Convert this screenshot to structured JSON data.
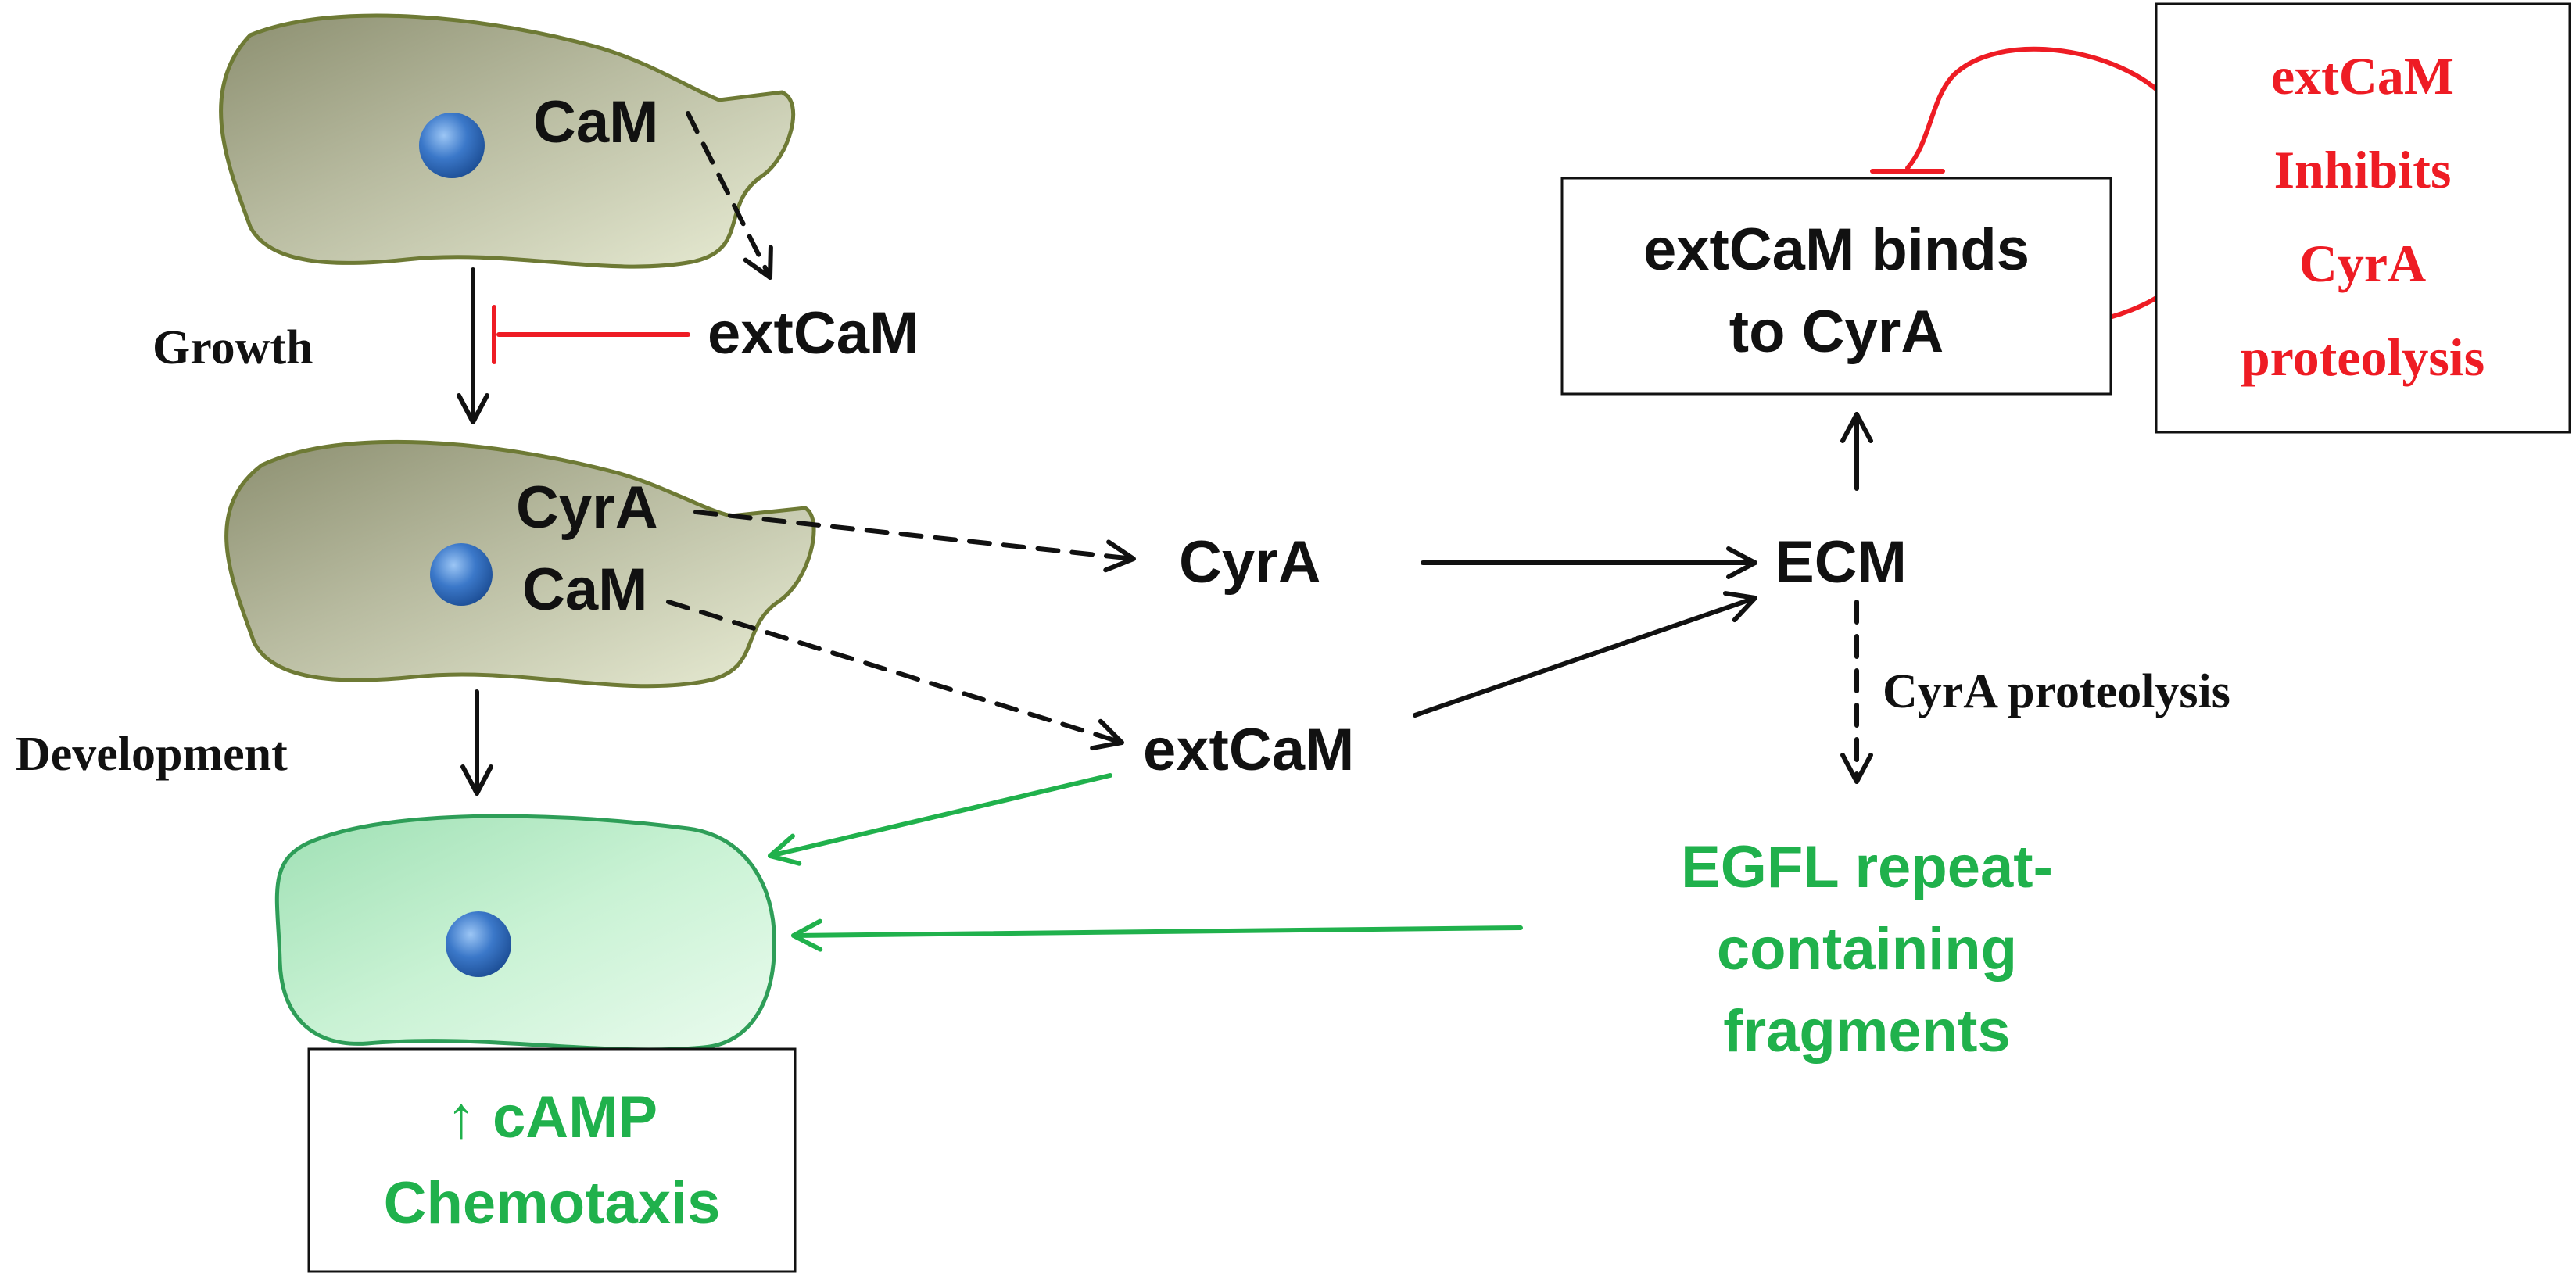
{
  "cells": {
    "top": {
      "label": "CaM"
    },
    "middle": {
      "label1": "CyrA",
      "label2": "CaM"
    }
  },
  "labels": {
    "growth": "Growth",
    "development": "Development",
    "extcam_top": "extCaM",
    "cyra_mid": "CyrA",
    "extcam_mid": "extCaM",
    "ecm": "ECM",
    "cyra_proteolysis": "CyrA proteolysis"
  },
  "binding_box": {
    "line1": "extCaM binds",
    "line2": "to CyrA"
  },
  "inhibit_box": {
    "line1": "extCaM",
    "line2": "Inhibits",
    "line3": "CyrA",
    "line4": "proteolysis"
  },
  "egfl": {
    "line1": "EGFL repeat-",
    "line2": "containing",
    "line3": "fragments"
  },
  "result_box": {
    "line1": "↑ cAMP",
    "line2": "Chemotaxis"
  },
  "colors": {
    "black": "#111111",
    "inhibition_red": "#ee1c24",
    "promotion_green": "#20b14c",
    "vegetative_cell": "#a3a78a",
    "developed_cell": "#b7ebc6",
    "nucleus": "#3b78c9"
  }
}
